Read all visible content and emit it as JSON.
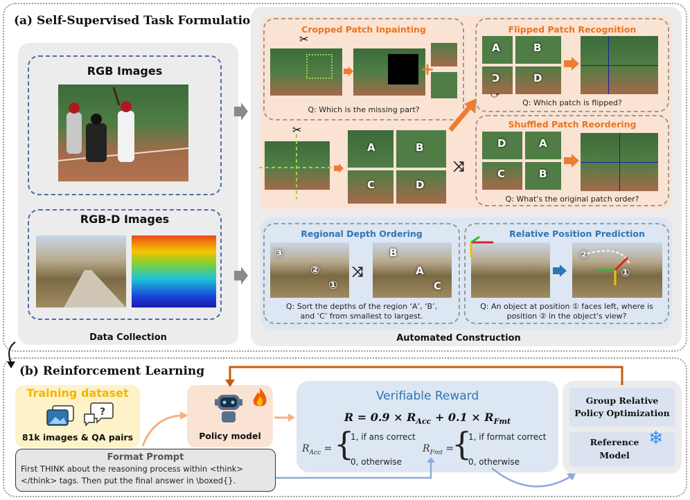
{
  "section_a": {
    "title": "(a)  Self-Supervised Task Formulation",
    "data_collection": {
      "caption": "Data Collection",
      "rgb_title": "RGB Images",
      "rgbd_title": "RGB-D Images"
    },
    "automated_construction": {
      "caption": "Automated Construction",
      "cropped": {
        "title": "Cropped Patch Inpainting",
        "question": "Q: Which is the missing part?"
      },
      "flipped": {
        "title": "Flipped Patch Recognition",
        "question": "Q: Which patch is flipped?"
      },
      "shuffled": {
        "title": "Shuffled Patch Reordering",
        "question": "Q: What's the original patch order?"
      },
      "depth": {
        "title": "Regional Depth Ordering",
        "question_1": "Q: Sort the depths of the region ‘A’, ‘B’,",
        "question_2": "and ‘C’ from smallest to largest."
      },
      "position": {
        "title": "Relative Position Prediction",
        "question_1": "Q: An object at position ① faces left, where is",
        "question_2": "position ② in the object's view?"
      },
      "letters": {
        "a": "A",
        "b": "B",
        "c": "C",
        "d": "D",
        "one": "①",
        "two": "②",
        "three": "③"
      }
    }
  },
  "section_b": {
    "title": "(b) Reinforcement Learning",
    "training": {
      "title": "Training dataset",
      "caption": "81k images & QA pairs"
    },
    "policy": {
      "caption": "Policy model"
    },
    "format_prompt": {
      "title": "Format Prompt",
      "line_1": "First THINK about the reasoning process within <think>",
      "line_2": "</think> tags. Then put the final answer in \\boxed{}."
    },
    "reward": {
      "title": "Verifiable Reward",
      "equation": "R = 0.9 × R",
      "acc_case_1": "1, if ans correct",
      "acc_case_2": "0, otherwise",
      "fmt_case_1": "1, if  format correct",
      "fmt_case_2": "0, otherwise"
    },
    "grpo": {
      "line_1": "Group Relative",
      "line_2": "Policy Optimization"
    },
    "reference": {
      "line_1": "Reference",
      "line_2": "Model"
    }
  },
  "colors": {
    "orange_panel": "#fbe3d3",
    "blue_panel": "#dce7f3",
    "orange_title": "#e8741f",
    "blue_title": "#2f74b5",
    "arrow_orange": "#ed7d31",
    "feedback_arrow": "#c55a11"
  },
  "icons": [
    "scissors-icon",
    "shuffle-icon",
    "fire-icon",
    "snowflake-icon",
    "robot-icon",
    "image-stack-icon",
    "qa-bubble-icon"
  ]
}
